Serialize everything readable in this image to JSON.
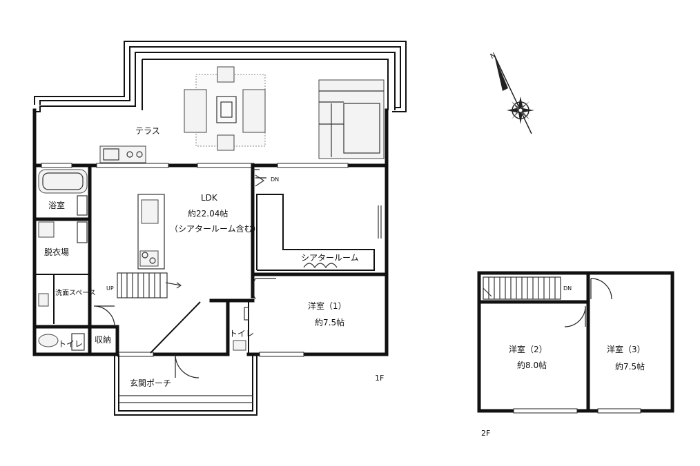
{
  "floor1": {
    "label": "1F",
    "rooms": {
      "terrace": "テラス",
      "ldk_name": "LDK",
      "ldk_size": "約22.04帖",
      "ldk_note": "（シアタールーム含む）",
      "bath": "浴室",
      "dressing": "脱衣場",
      "washroom": "洗面スペース",
      "toilet_left": "トイレ",
      "storage": "収納",
      "toilet_center": "トイレ",
      "theater": "シアタールーム",
      "western1_name": "洋室（1）",
      "western1_size": "約7.5帖",
      "entrance": "玄関ポーチ"
    },
    "marks": {
      "up": "UP",
      "dn": "DN"
    }
  },
  "floor2": {
    "label": "2F",
    "rooms": {
      "western2_name": "洋室（2）",
      "western2_size": "約8.0帖",
      "western3_name": "洋室（3）",
      "western3_size": "約7.5帖"
    },
    "marks": {
      "dn": "DN"
    }
  },
  "compass": {
    "north": "N",
    "icon": "compass-rose-icon"
  }
}
